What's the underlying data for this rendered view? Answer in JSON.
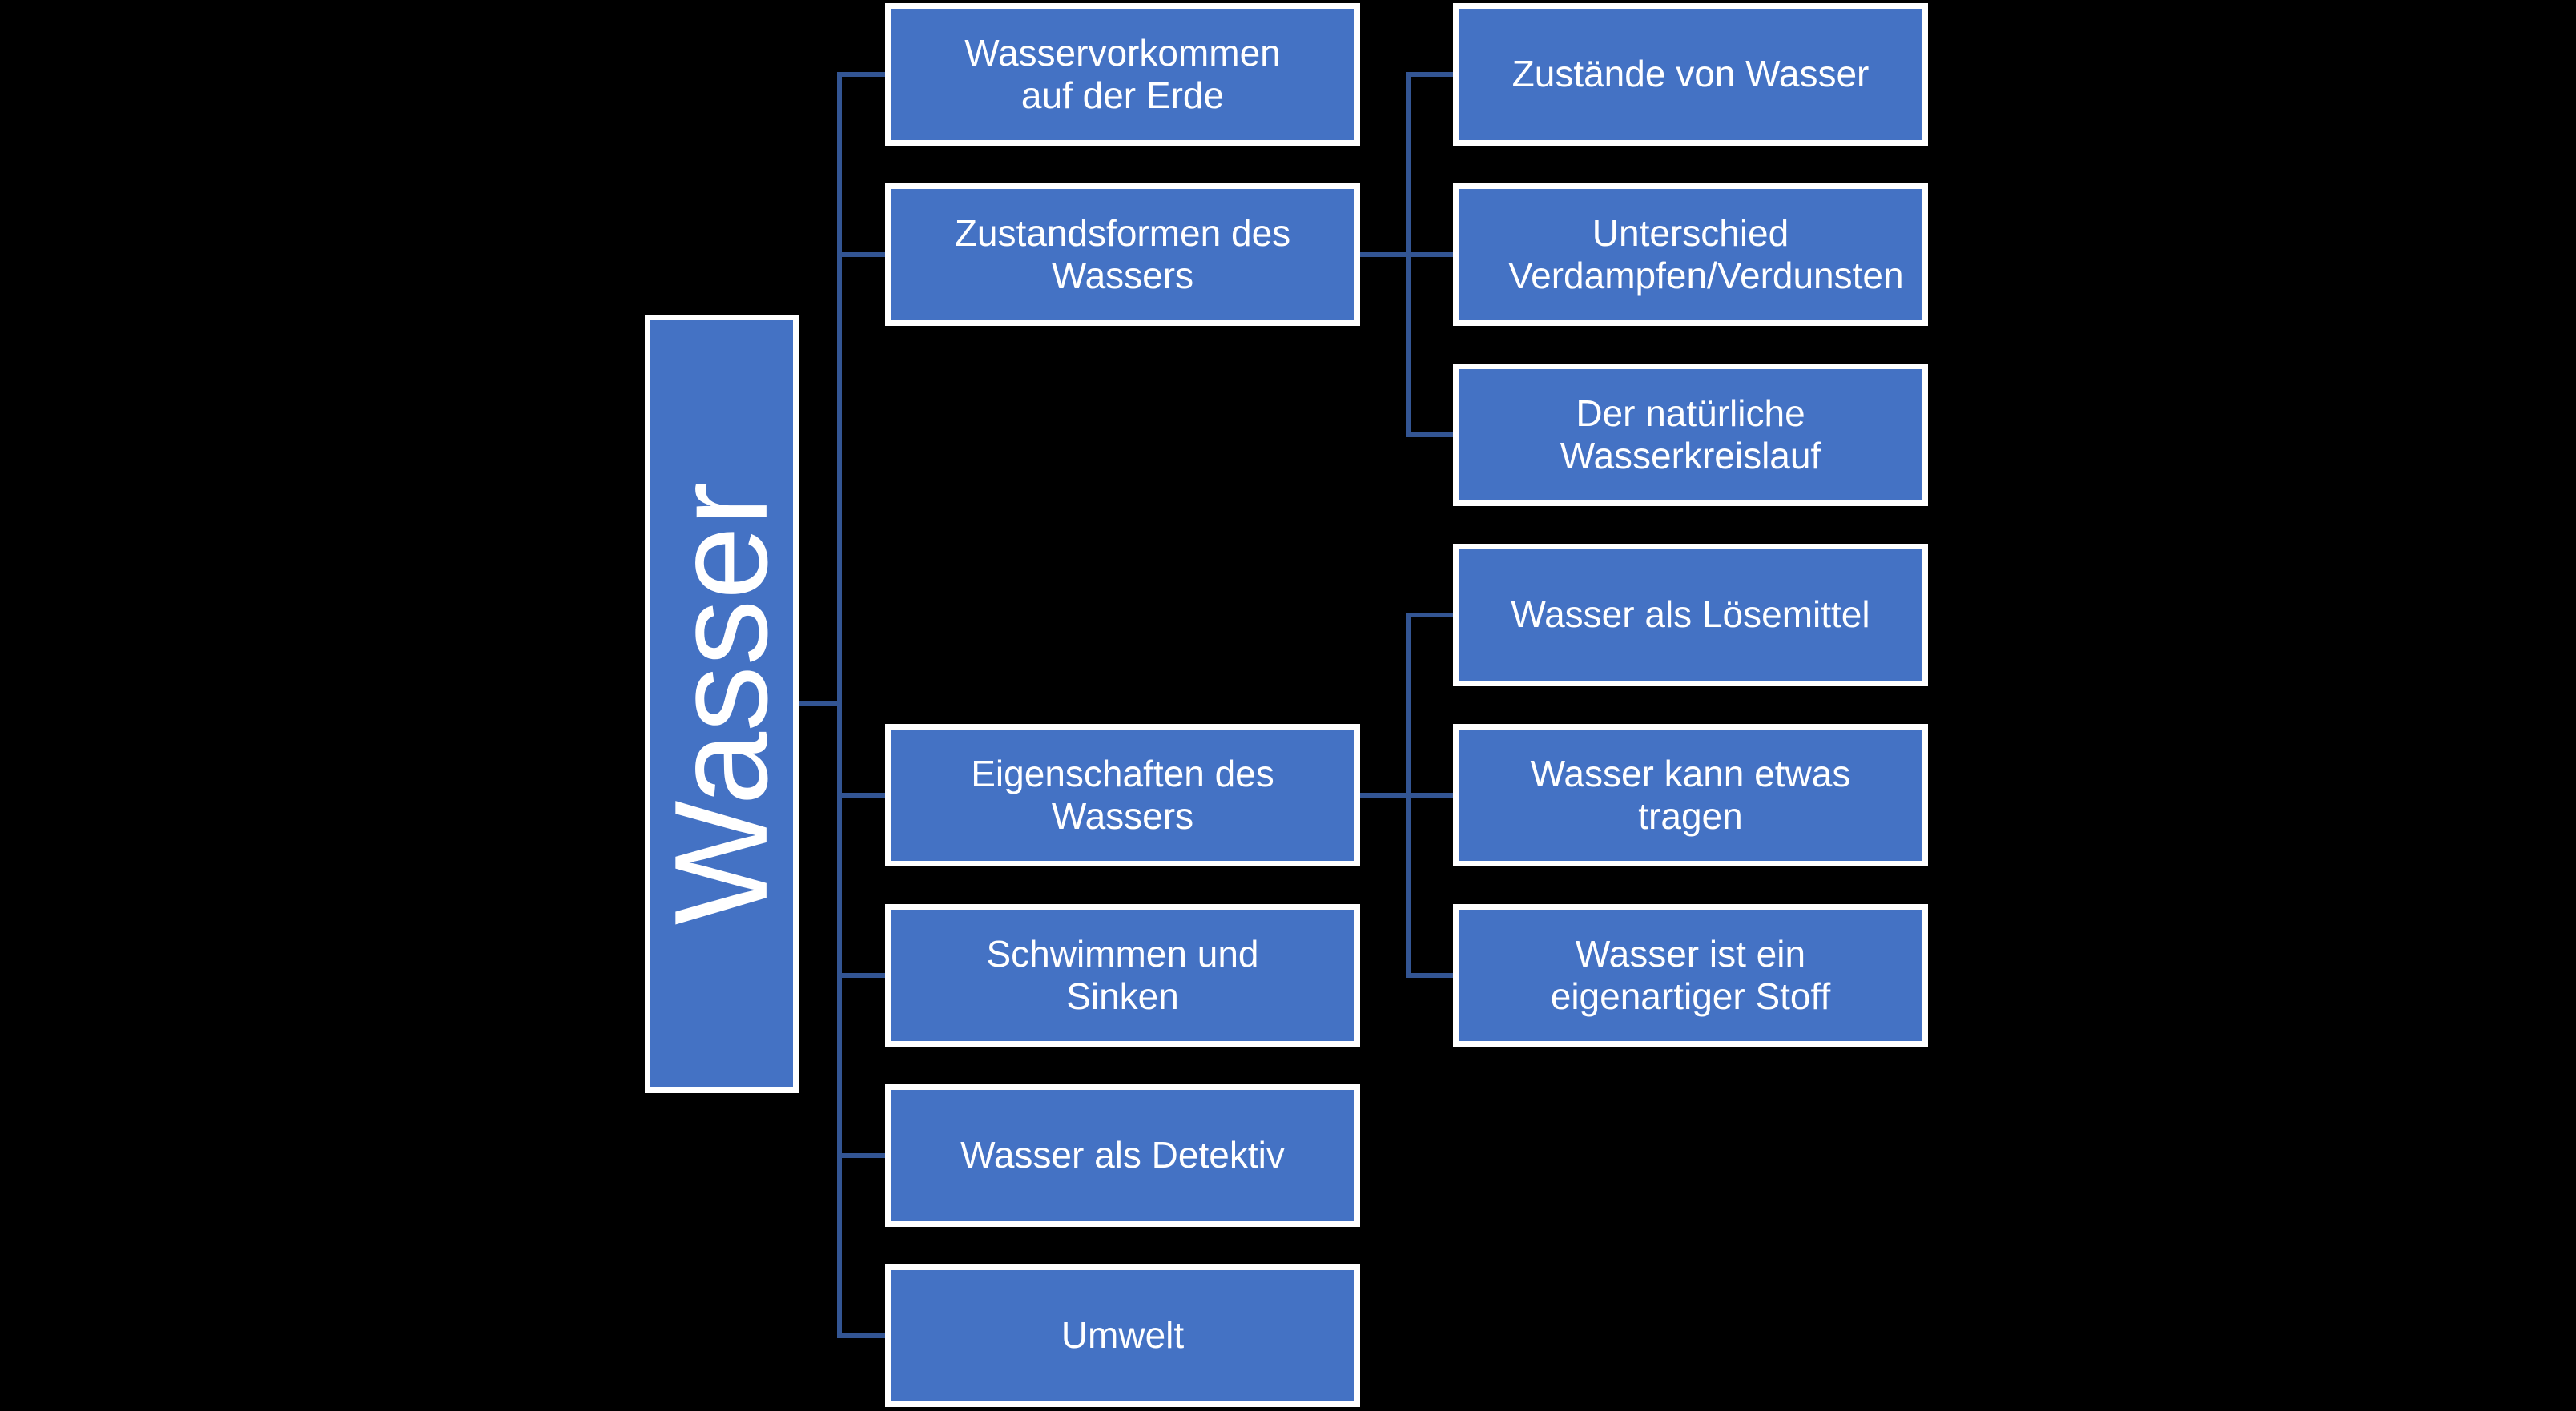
{
  "diagram": {
    "type": "hierarchy-mindmap",
    "root": {
      "label": "Wasser"
    },
    "branches": [
      {
        "label": "Wasservorkommen auf der Erde",
        "children": []
      },
      {
        "label": "Zustandsformen des Wassers",
        "children": [
          {
            "label": "Zustände von Wasser"
          },
          {
            "label": "Unterschied Verdampfen/Verdunsten"
          },
          {
            "label": "Der natürliche Wasserkreislauf"
          }
        ]
      },
      {
        "label": "Eigenschaften des Wassers",
        "children": [
          {
            "label": "Wasser als Lösemittel"
          },
          {
            "label": "Wasser kann etwas tragen"
          },
          {
            "label": "Wasser ist ein eigenartiger Stoff"
          }
        ]
      },
      {
        "label": "Schwimmen und Sinken",
        "children": []
      },
      {
        "label": "Wasser als Detektiv",
        "children": []
      },
      {
        "label": "Umwelt",
        "children": []
      }
    ],
    "colors": {
      "background": "#000000",
      "box_fill": "#4472C4",
      "box_border": "#FFFFFF",
      "connector": "#335593",
      "text": "#FFFFFF"
    }
  }
}
